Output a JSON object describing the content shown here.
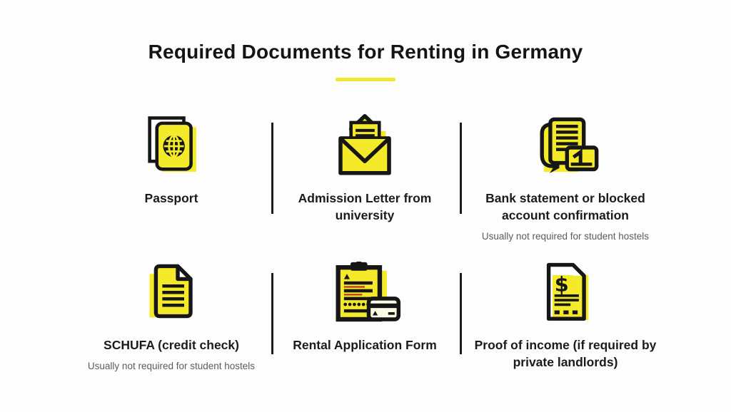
{
  "title": "Required Documents for Renting in Germany",
  "colors": {
    "accent_yellow": "#F2E72E",
    "icon_yellow": "#F4EA2A",
    "ink": "#161616",
    "note_gray": "#5C5C5C",
    "form_red_accent": "#B8342B"
  },
  "items": [
    {
      "label": "Passport",
      "note": "",
      "icon": "passport-icon"
    },
    {
      "label": "Admission Letter from university",
      "note": "",
      "icon": "admission-letter-icon"
    },
    {
      "label": "Bank statement or blocked account confirmation",
      "note": "Usually not required for student hostels",
      "icon": "bank-statement-icon"
    },
    {
      "label": "SCHUFA (credit check)",
      "note": "Usually not required for student hostels",
      "icon": "schufa-document-icon"
    },
    {
      "label": "Rental Application Form",
      "note": "",
      "icon": "rental-application-form-icon"
    },
    {
      "label": "Proof of income (if required by private landlords)",
      "note": "",
      "icon": "proof-of-income-icon"
    }
  ]
}
